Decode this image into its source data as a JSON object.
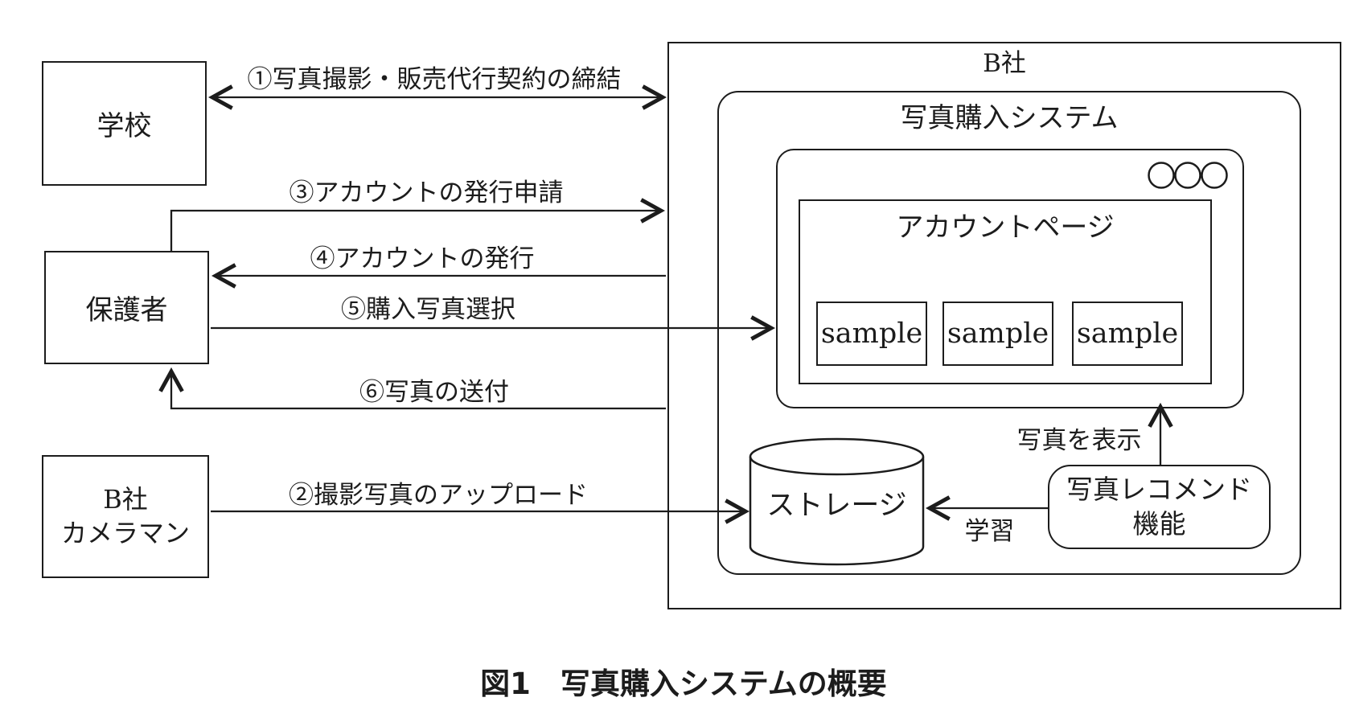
{
  "figure": {
    "caption": "図1　写真購入システムの概要"
  },
  "colors": {
    "ink": "#1c1c1c",
    "background": "#ffffff"
  },
  "nodes": {
    "school": {
      "label": "学校"
    },
    "guardian": {
      "label": "保護者"
    },
    "cameraman": {
      "label_line1": "B社",
      "label_line2": "カメラマン"
    },
    "company": {
      "label": "B社"
    },
    "purchase_system": {
      "label": "写真購入システム"
    },
    "browser_window": {
      "controls_icon": "three-circles"
    },
    "account_page": {
      "label": "アカウントページ"
    },
    "samples": [
      "sample",
      "sample",
      "sample"
    ],
    "storage": {
      "label": "ストレージ",
      "shape": "cylinder"
    },
    "recommend": {
      "label_line1": "写真レコメンド",
      "label_line2": "機能"
    }
  },
  "flows": [
    {
      "id": "①",
      "label": "①写真撮影・販売代行契約の締結",
      "from": "学校",
      "to": "B社",
      "direction": "bidirectional"
    },
    {
      "id": "②",
      "label": "②撮影写真のアップロード",
      "from": "B社カメラマン",
      "to": "ストレージ",
      "direction": "forward"
    },
    {
      "id": "③",
      "label": "③アカウントの発行申請",
      "from": "保護者",
      "to": "B社",
      "direction": "forward"
    },
    {
      "id": "④",
      "label": "④アカウントの発行",
      "from": "B社",
      "to": "保護者",
      "direction": "forward"
    },
    {
      "id": "⑤",
      "label": "⑤購入写真選択",
      "from": "保護者",
      "to": "アカウントページ",
      "direction": "forward"
    },
    {
      "id": "⑥",
      "label": "⑥写真の送付",
      "from": "B社",
      "to": "保護者",
      "direction": "forward"
    },
    {
      "id": "display",
      "label": "写真を表示",
      "from": "写真レコメンド機能",
      "to": "アカウントページ",
      "direction": "forward"
    },
    {
      "id": "learn",
      "label": "学習",
      "from": "写真レコメンド機能",
      "to": "ストレージ",
      "direction": "forward"
    }
  ]
}
